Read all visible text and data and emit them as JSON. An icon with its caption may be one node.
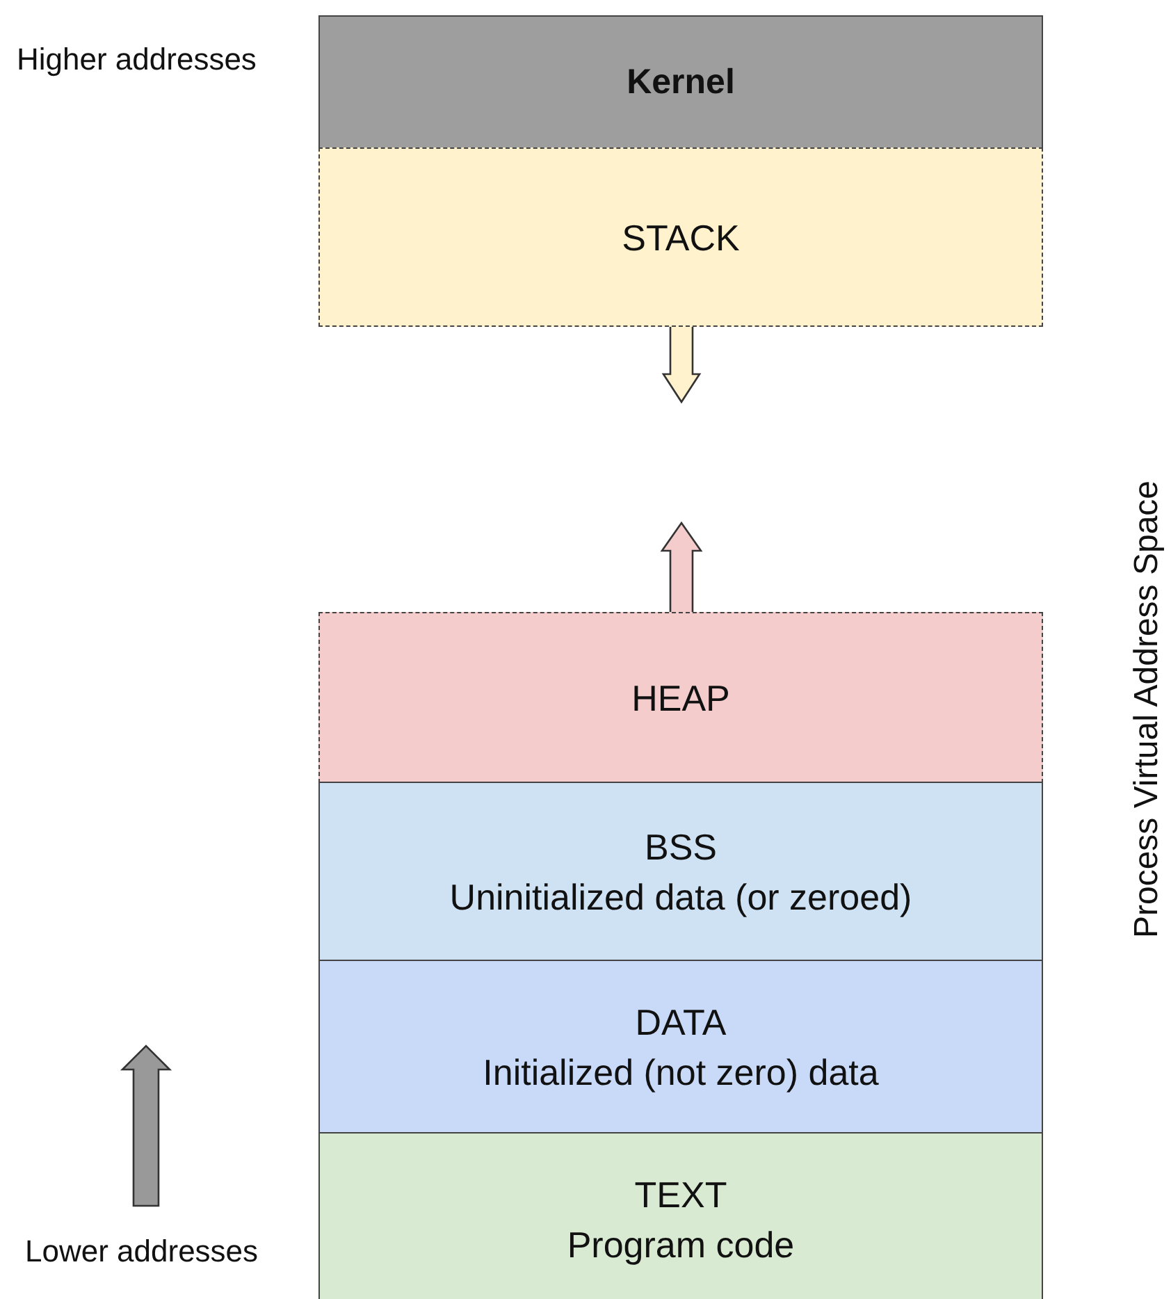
{
  "diagram": {
    "nodes": [
      {
        "text": [
          "Kernel"
        ]
      },
      {
        "text": [
          "STACK"
        ]
      },
      {
        "text": [
          "HEAP"
        ]
      },
      {
        "text": [
          "BSS",
          "Uninitialized data (or zeroed)"
        ]
      },
      {
        "text": [
          "DATA",
          "Initialized (not zero) data"
        ]
      },
      {
        "text": [
          "TEXT",
          "Program code"
        ]
      }
    ],
    "labels": [
      "Higher addresses",
      "Lower addresses",
      "Process Virtual Address Space"
    ]
  }
}
